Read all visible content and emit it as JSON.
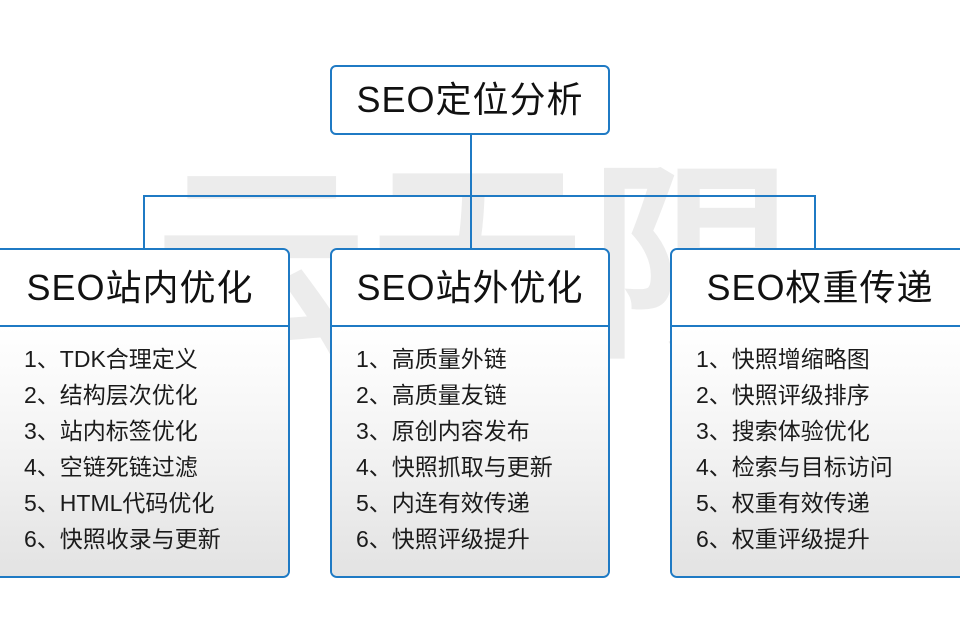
{
  "diagram": {
    "title": "SEO定位分析",
    "watermark": "云无限",
    "accent_color": "#1f7ac4",
    "text_color": "#111111",
    "background_color": "#ffffff",
    "columns": [
      {
        "header": "SEO站内优化",
        "items": [
          "1、TDK合理定义",
          "2、结构层次优化",
          "3、站内标签优化",
          "4、空链死链过滤",
          "5、HTML代码优化",
          "6、快照收录与更新"
        ]
      },
      {
        "header": "SEO站外优化",
        "items": [
          "1、高质量外链",
          "2、高质量友链",
          "3、原创内容发布",
          "4、快照抓取与更新",
          "5、内连有效传递",
          "6、快照评级提升"
        ]
      },
      {
        "header": "SEO权重传递",
        "items": [
          "1、快照增缩略图",
          "2、快照评级排序",
          "3、搜索体验优化",
          "4、检索与目标访问",
          "5、权重有效传递",
          "6、权重评级提升"
        ]
      }
    ]
  }
}
